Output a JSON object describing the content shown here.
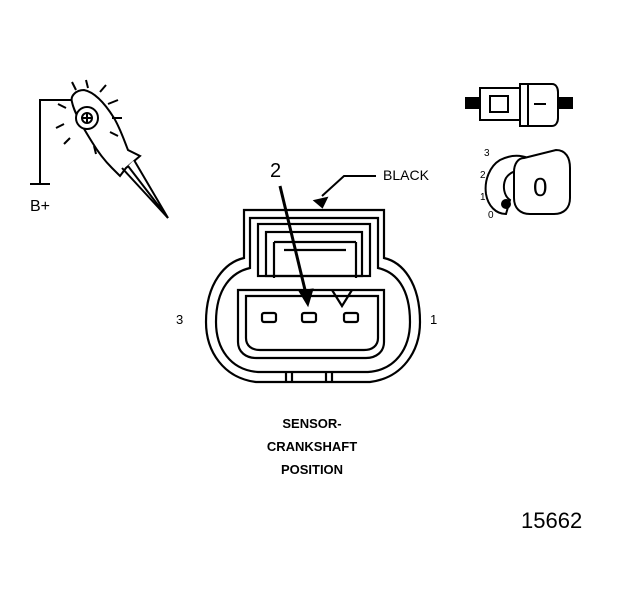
{
  "test_light": {
    "label": "B+"
  },
  "connector": {
    "callout_number": "2",
    "color_label": "BLACK",
    "pin_left_label": "3",
    "pin_right_label": "1"
  },
  "caption": [
    "SENSOR-",
    "CRANKSHAFT",
    "POSITION"
  ],
  "position_scale": {
    "labels": [
      "3",
      "2",
      "1",
      "0"
    ],
    "indicator_value": "0"
  },
  "figure_number": "15662"
}
